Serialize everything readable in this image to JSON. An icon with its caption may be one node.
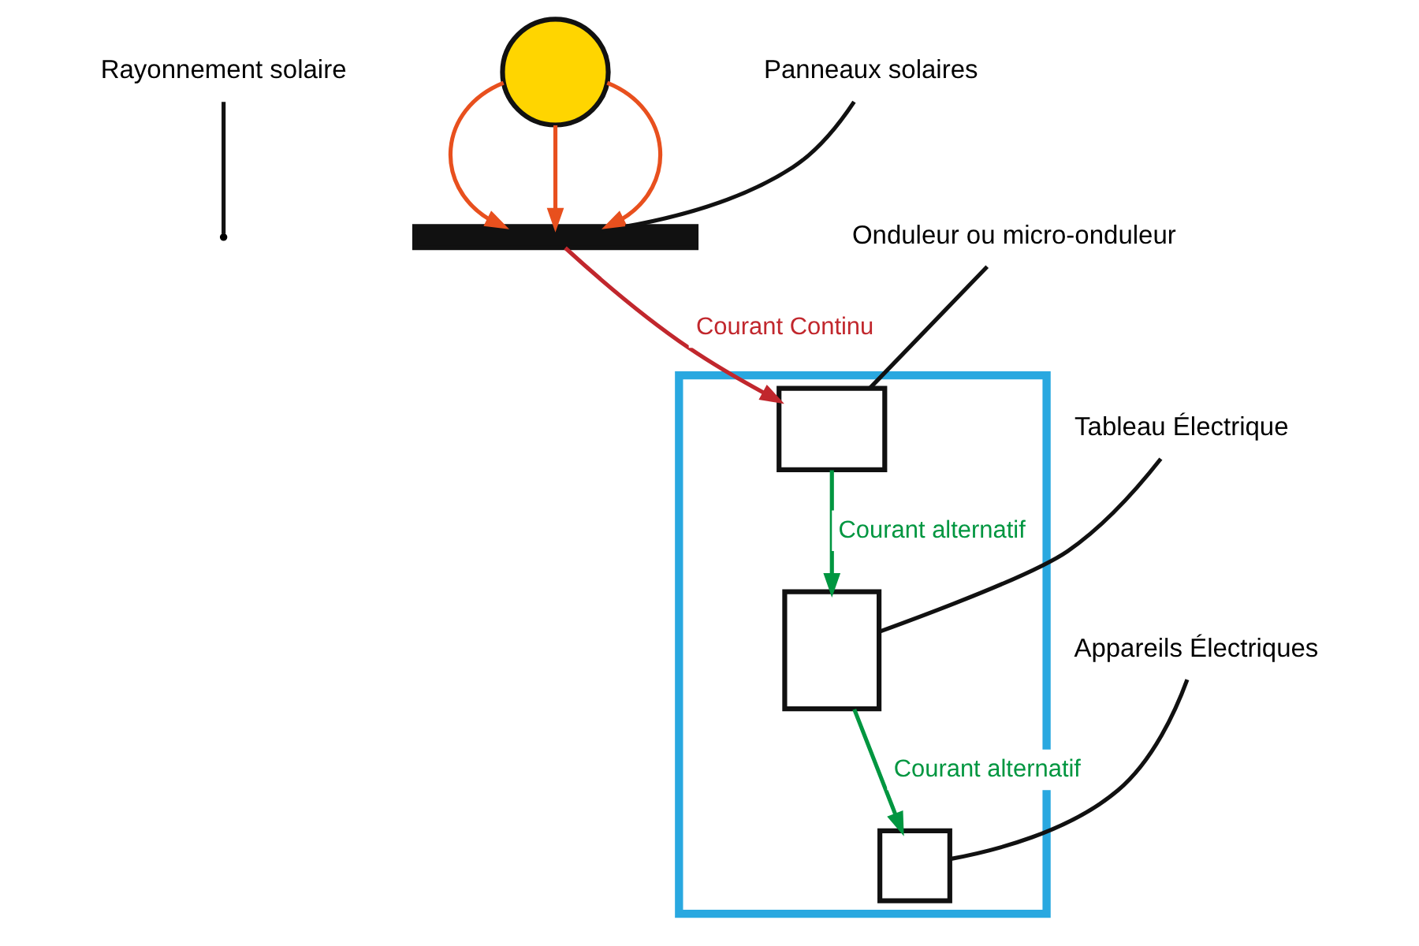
{
  "diagram": {
    "nodes": [
      {
        "text": [
          "Rayonnement solaire"
        ]
      },
      {
        "text": [],
        "shape": "circle"
      },
      {
        "text": [
          "Panneaux solaires"
        ]
      },
      {
        "text": [],
        "shape": "bar"
      },
      {
        "text": [],
        "shape": "house"
      },
      {
        "text": [
          "Onduleur ou micro-onduleur"
        ]
      },
      {
        "text": [],
        "shape": "box",
        "in": 4
      },
      {
        "text": [
          "Tableau Électrique"
        ]
      },
      {
        "text": [],
        "shape": "box",
        "in": 4
      },
      {
        "text": [
          "Appareils Électriques"
        ]
      },
      {
        "text": [],
        "shape": "box",
        "in": 4
      }
    ],
    "edges": [
      {
        "from": 0,
        "to": null,
        "arrow": "none"
      },
      {
        "from": 1,
        "to": 3,
        "arrow": "to",
        "color": "#e8501e"
      },
      {
        "from": 1,
        "to": 3,
        "arrow": "to",
        "color": "#e8501e"
      },
      {
        "from": 1,
        "to": 3,
        "arrow": "to",
        "color": "#e8501e"
      },
      {
        "from": 2,
        "to": 3,
        "arrow": "none"
      },
      {
        "from": 3,
        "to": 6,
        "arrow": "to",
        "label": "Courant Continu",
        "color": "#c1272d"
      },
      {
        "from": 5,
        "to": 6,
        "arrow": "none"
      },
      {
        "from": 6,
        "to": 8,
        "arrow": "to",
        "label": "Courant alternatif",
        "color": "#009640"
      },
      {
        "from": 7,
        "to": 8,
        "arrow": "none"
      },
      {
        "from": 8,
        "to": 10,
        "arrow": "to",
        "label": "Courant alternatif",
        "color": "#009640"
      },
      {
        "from": 9,
        "to": 10,
        "arrow": "none"
      }
    ]
  }
}
